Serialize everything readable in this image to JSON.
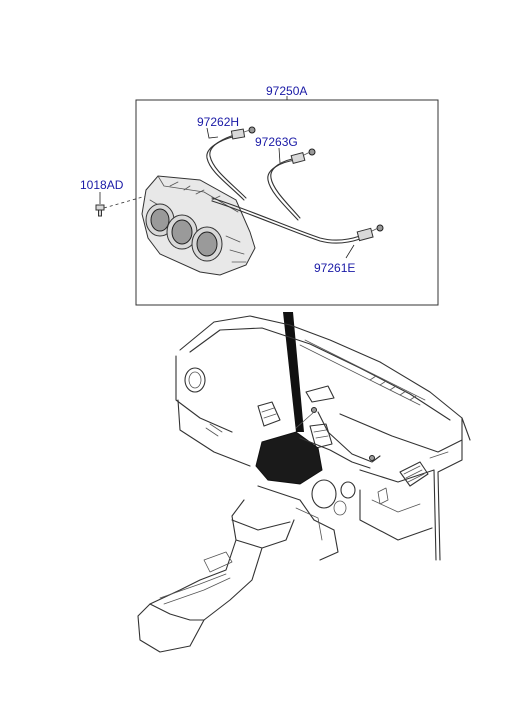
{
  "parts": {
    "assembly": "97250A",
    "cable_h": "97262H",
    "cable_g": "97263G",
    "cable_e": "97261E",
    "screw": "1018AD"
  },
  "colors": {
    "label": "#1a1aa6",
    "line": "#333333",
    "background": "#ffffff"
  }
}
